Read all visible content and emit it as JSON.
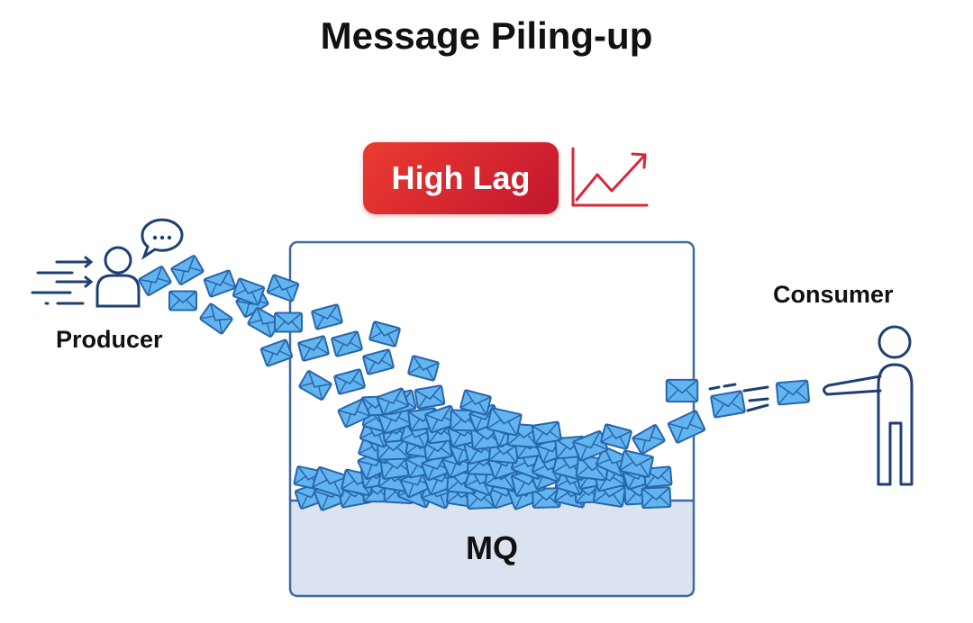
{
  "title": "Message Piling-up",
  "badge": {
    "label": "High Lag",
    "icon": "trend-up-chart-icon"
  },
  "producer": {
    "label": "Producer",
    "icon": "person-speech-icon"
  },
  "consumer": {
    "label": "Consumer",
    "icon": "stick-person-icon"
  },
  "queue": {
    "label": "MQ"
  },
  "colors": {
    "envelope_fill": "#62b4ee",
    "envelope_stroke": "#2866ad",
    "outline": "#1f3f73",
    "badge": "#d9232f",
    "queue_base": "#dbe3f1"
  }
}
